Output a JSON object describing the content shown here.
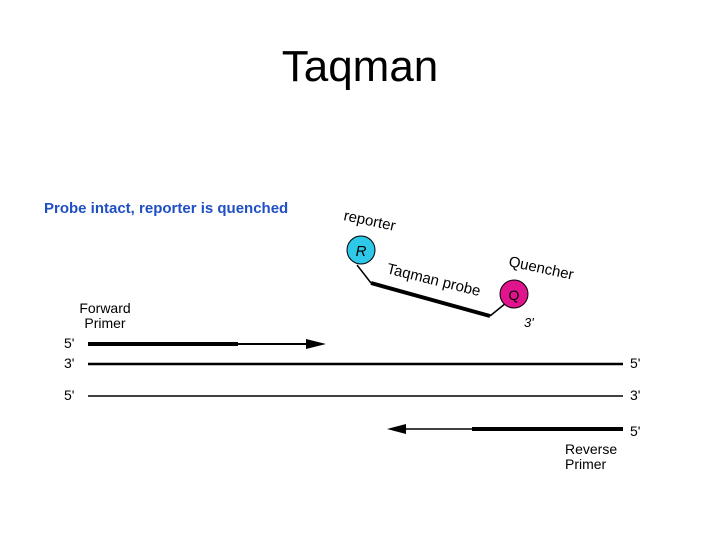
{
  "title": "Taqman",
  "caption": "Probe intact, reporter is quenched",
  "labels": {
    "reporter": "reporter",
    "quencher": "Quencher",
    "probe": "Taqman probe",
    "reporter_symbol": "R",
    "quencher_symbol": "Q",
    "probe_three_prime": "3'",
    "forward_primer": [
      "Forward",
      "Primer"
    ],
    "reverse_primer": [
      "Reverse",
      "Primer"
    ]
  },
  "strand_ends": {
    "forward_primer_5": "5'",
    "top_strand_left": "3'",
    "top_strand_right": "5'",
    "bottom_strand_left": "5'",
    "bottom_strand_right": "3'",
    "reverse_primer_5": "5'"
  },
  "colors": {
    "caption": "#1f4fc4",
    "reporter": "#2ec8e8",
    "quencher": "#e0148c"
  }
}
